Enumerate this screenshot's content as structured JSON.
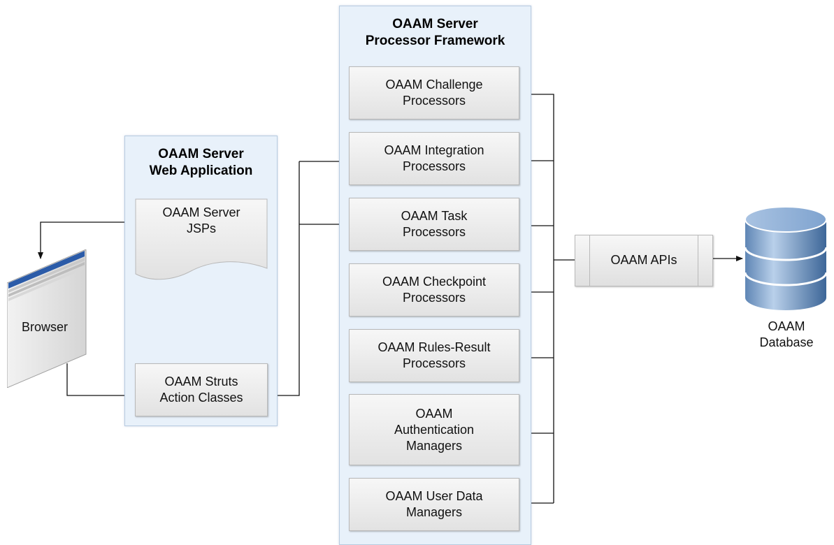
{
  "web_app": {
    "title": "OAAM Server\nWeb Application",
    "jsps": "OAAM Server\nJSPs",
    "struts": "OAAM Struts\nAction Classes"
  },
  "framework": {
    "title": "OAAM Server\nProcessor Framework",
    "processors": [
      "OAAM Challenge\nProcessors",
      "OAAM Integration\nProcessors",
      "OAAM Task\nProcessors",
      "OAAM Checkpoint\nProcessors",
      "OAAM Rules-Result\nProcessors",
      "OAAM\nAuthentication\nManagers",
      "OAAM User Data\nManagers"
    ]
  },
  "browser": {
    "label": "Browser"
  },
  "apis": {
    "label": "OAAM APIs"
  },
  "database": {
    "label": "OAAM\nDatabase"
  }
}
